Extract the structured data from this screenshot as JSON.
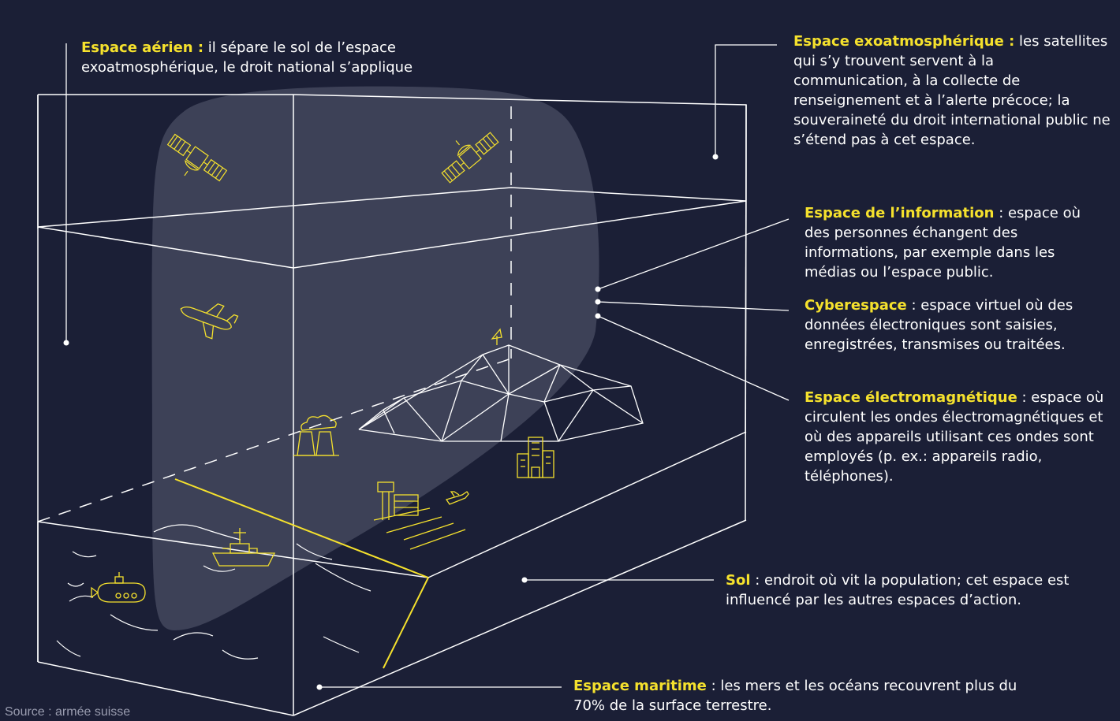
{
  "colors": {
    "background": "#1b1f36",
    "line": "#ffffff",
    "accent": "#f5e12d",
    "zone_fill": "#8f91a6"
  },
  "labels": {
    "air": {
      "term": "Espace aérien :",
      "text": " il sépare le sol de l’espace exoatmosphérique, le droit national s’applique"
    },
    "exo": {
      "term": "Espace exoatmosphérique :",
      "text": " les satellites qui s’y trouvent servent à la communication, à la collecte de renseignement et à l’alerte précoce; la souveraineté du droit international public ne s’étend pas à cet espace."
    },
    "info": {
      "term": "Espace de l’information",
      "text": " : espace où des personnes échangent des informations, par exemple dans les médias ou l’espace public."
    },
    "cyber": {
      "term": "Cyberespace",
      "text": " : espace virtuel où des données électroniques sont saisies, enregistrées, transmises ou traitées."
    },
    "em": {
      "term": "Espace électromagnétique",
      "text": " : espace où circulent les ondes électromagnétiques et où des appareils utilisant ces ondes sont employés (p. ex.: appareils radio, téléphones)."
    },
    "sol": {
      "term": "Sol",
      "text": " : endroit où vit la population; cet espace est influencé par les autres espaces d’action."
    },
    "sea": {
      "term": "Espace maritime",
      "text": " : les mers et les océans recouvrent plus du 70% de la surface terrestre."
    }
  },
  "source": "Source : armée suisse",
  "icons": [
    "satellite-icon",
    "satellite-dish-icon",
    "airplane-icon",
    "factory-icon",
    "buildings-icon",
    "airport-icon",
    "warship-icon",
    "submarine-icon",
    "radar-icon"
  ]
}
